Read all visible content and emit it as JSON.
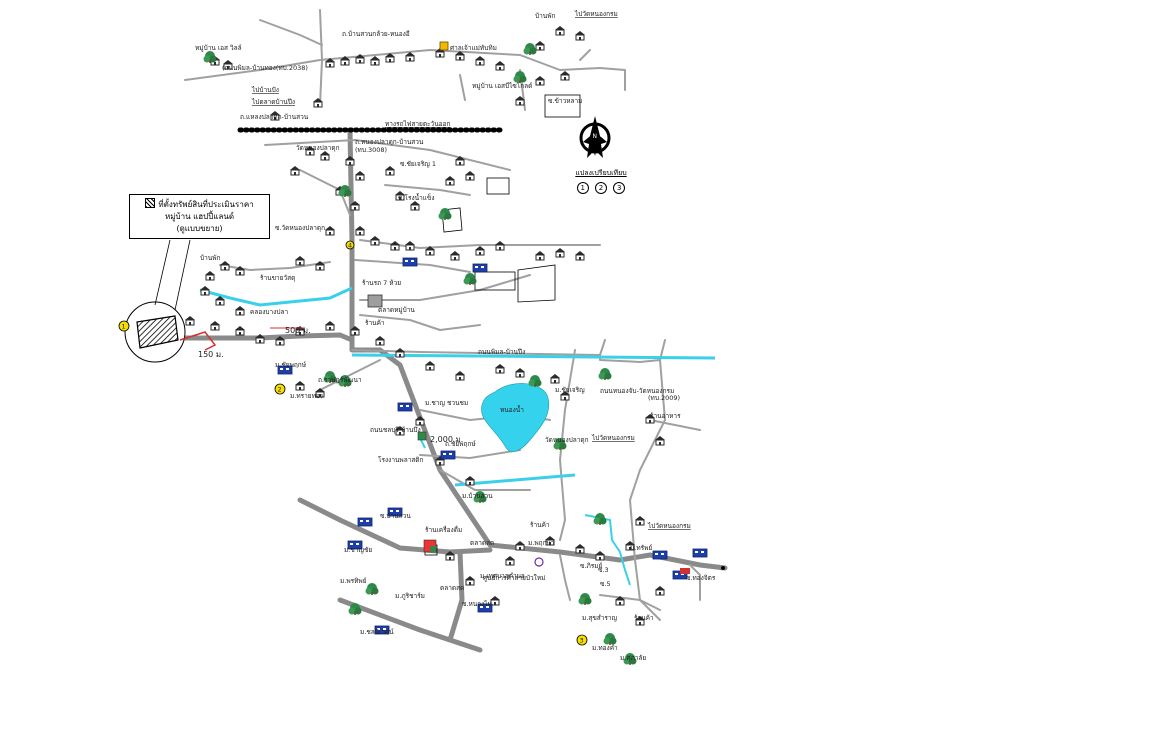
{
  "callout": {
    "line1": "ที่ตั้งทรัพย์สินที่ประเมินราคา",
    "line2": "หมู่บ้าน แฮปปี้แลนด์",
    "line3": "(ดูแบบขยาย)"
  },
  "legend": {
    "title": "แปลงเปรียบเทียบ",
    "nums": [
      "1",
      "2",
      "3"
    ]
  },
  "compass": {
    "letter": "N"
  },
  "distances": {
    "d1": "500 ม.",
    "d2": "150 ม.",
    "d3": "2,000 ม."
  },
  "markers": [
    "1",
    "2",
    "3",
    "4"
  ],
  "labels": {
    "l01": "หมู่บ้าน เอส วิลล์",
    "l02": "(ถนนพิมล-บ้านทอง(ทบ.2038)",
    "l03": "ถ.บ้านสวนกล้วย-หนองอี",
    "l04": "ศาลเจ้าแม่ทับทิม",
    "l05": "บ้านพัก",
    "l06": "ไปวัดหนองกรม",
    "l07": "หมู่บ้าน เอสบีไซโกลด์",
    "l08": "ซ.ข้าวหลาม",
    "l09": "ไปบ้านปัง",
    "l10": "ไปตลาดบ้านปึง",
    "l11": "ถ.แหลงปลาดุก-บ้านสวน",
    "l12": "ทางรถไฟสายตะวันออก",
    "l13": "ถ.หนองปลาดุก-บ้านสวน",
    "l14": "(ทบ.3008)",
    "l15": "วัดหนองปลาดุก",
    "l16": "ซ.ชัยเจริญ 1",
    "l17": "ซ.โรงน้ำแข็ง",
    "l18": "ซ.วัดหนองปลาดุก",
    "l19": "บ้านพัก",
    "l20": "ร้านค้า",
    "l21": "ตลาดหมู่บ้าน",
    "l22": "ร้านรถ 7 ห้วย",
    "l23": "ร้านขายวัสดุ",
    "l24": "คลองบางปลา",
    "l25": "ถนนพิมล-บ้านปึง",
    "l26": "ม.ชัยพฤกษ์",
    "l27": "ม.ทรายทอง",
    "l28": "ถ.ราษฎร์พัฒนา",
    "l29": "ม.ชาญ ชวนชม",
    "l30": "หนองน้ำ",
    "l31": "ม.ชัยเจริญ",
    "l32": "วัดหนองปลาดุก",
    "l33": "ถนนชลบุรี-บ้านบึง",
    "l34": "ถนนหนองจับ-วัดหนองกรม",
    "l35": "(ทบ.2009)",
    "l36": "ไปวัดหนองกรม",
    "l37": "ถ.ชัยพฤกษ์",
    "l38": "ร้านอาหาร",
    "l39": "โรงงานพลาสติก",
    "l40": "ม.บ้านสวน",
    "l41": "ซ.บ้านสวน",
    "l42": "ร้านค้า",
    "l43": "ตลาดสด",
    "l44": "ร้านเครื่องดื่ม",
    "l45": "ม.ชาญชัย",
    "l46": "ม.เทศบาลตำบล",
    "l47": "ม.พฤกษา",
    "l48": "ศูนย์การค้าสายบัวใหม่",
    "l49": "ตลาดสด",
    "l50": "ม.พรทิพย์",
    "l51": "ม.ภูริชาร์ม",
    "l52": "ซ.หนองไผ่",
    "l53": "ม.ชลนิเวศน์",
    "l54": "ม.สุขสำราญ",
    "l55": "ร้านค้า",
    "l56": "ม.ทองคำ",
    "l57": "ม.ศุภาลัย",
    "l58": "ซ.ภิรมย์",
    "l59": "ม.ทรัพย์",
    "l60": "ไปวัดหนองกรม",
    "l61": "ซ.ทองจิตร",
    "l62": "ซ.3",
    "l63": "ซ.5"
  },
  "colors": {
    "road": "#8a8a8a",
    "canal": "#3ad0ea",
    "lake": "#35d2ee",
    "house": "#333333",
    "factory": "#1f3fa8",
    "tree": "#2f8a4a",
    "property": "#d33030"
  }
}
